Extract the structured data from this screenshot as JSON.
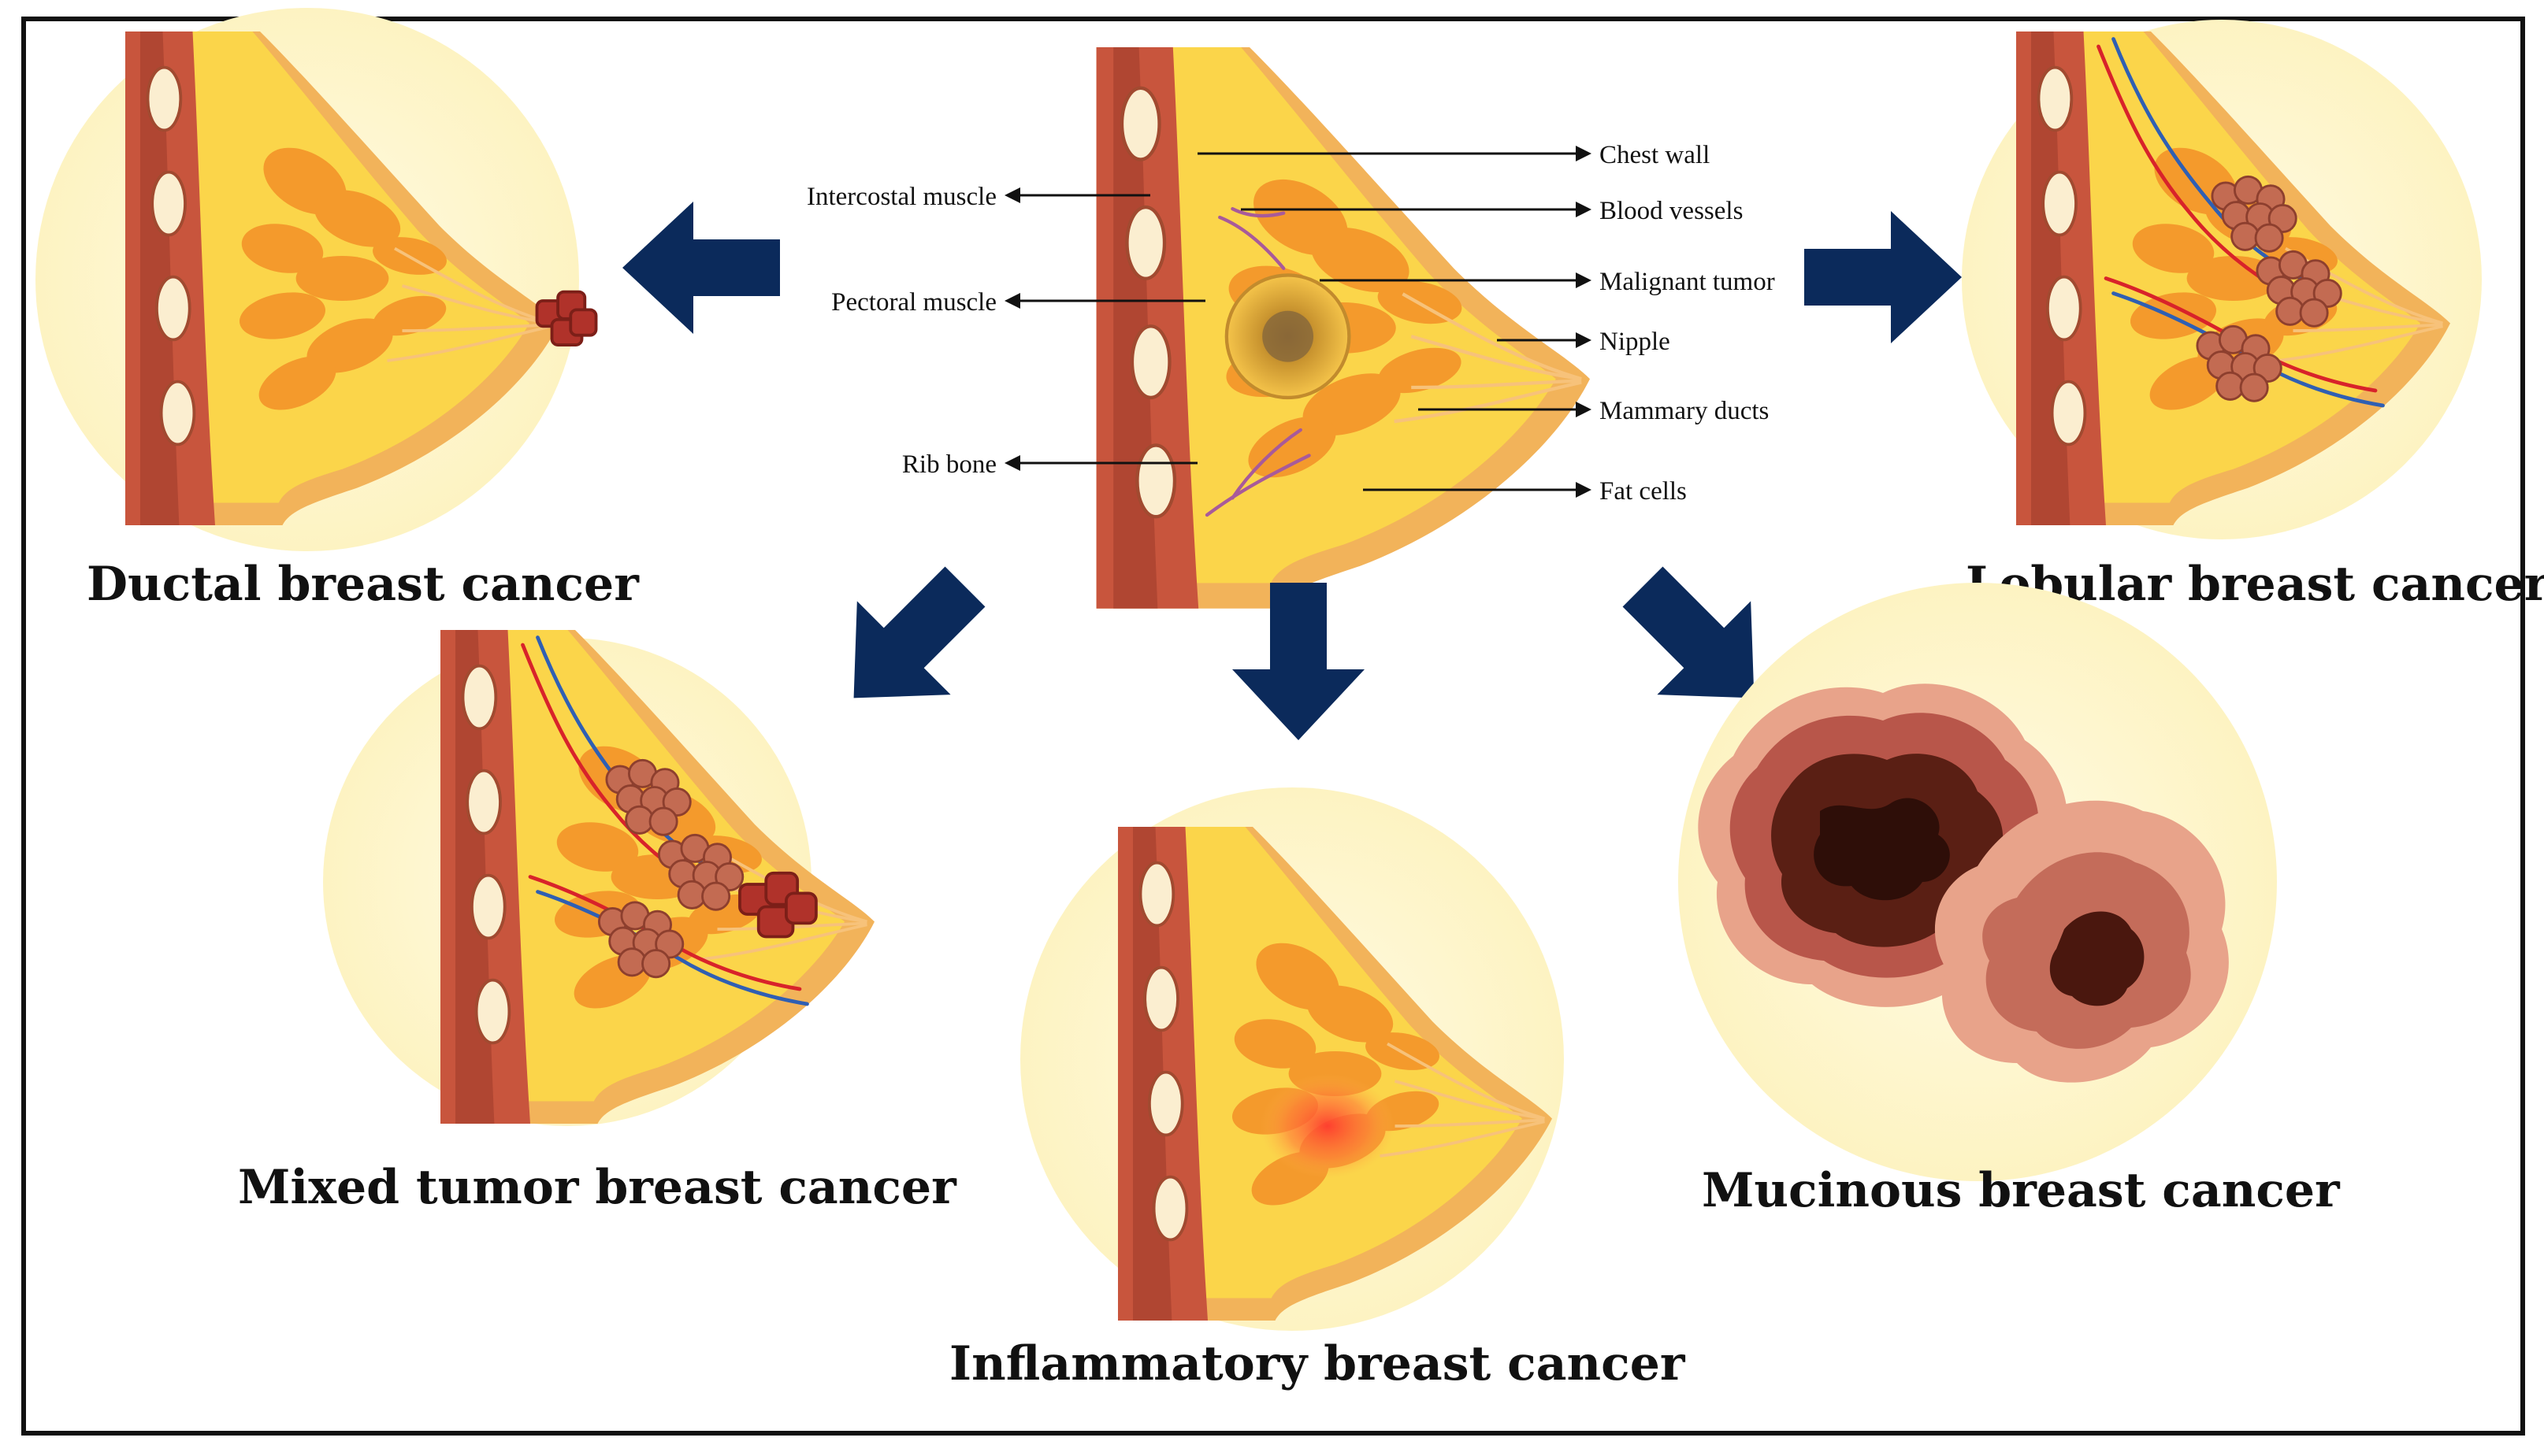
{
  "anatomy": {
    "labels": {
      "chest_wall": "Chest wall",
      "blood_vessels": "Blood vessels",
      "malignant_tumor": "Malignant tumor",
      "nipple": "Nipple",
      "mammary_ducts": "Mammary ducts",
      "fat_cells": "Fat cells",
      "intercostal_muscle": "Intercostal muscle",
      "pectoral_muscle": "Pectoral muscle",
      "rib_bone": "Rib bone"
    }
  },
  "types": {
    "ductal": "Ductal breast cancer",
    "lobular": "Lobular breast cancer",
    "mixed": "Mixed tumor breast cancer",
    "inflammatory": "Inflammatory breast cancer",
    "mucinous": "Mucinous breast cancer"
  },
  "colors": {
    "arrow": "#0b2a5b",
    "frame": "#111111",
    "circle_bg": "#fdf6cc",
    "skin": "#f2b35a",
    "fat": "#fbd54a",
    "muscle": "#c8553d",
    "tissue": "#f49a2c",
    "tumor": "#b0322a"
  }
}
